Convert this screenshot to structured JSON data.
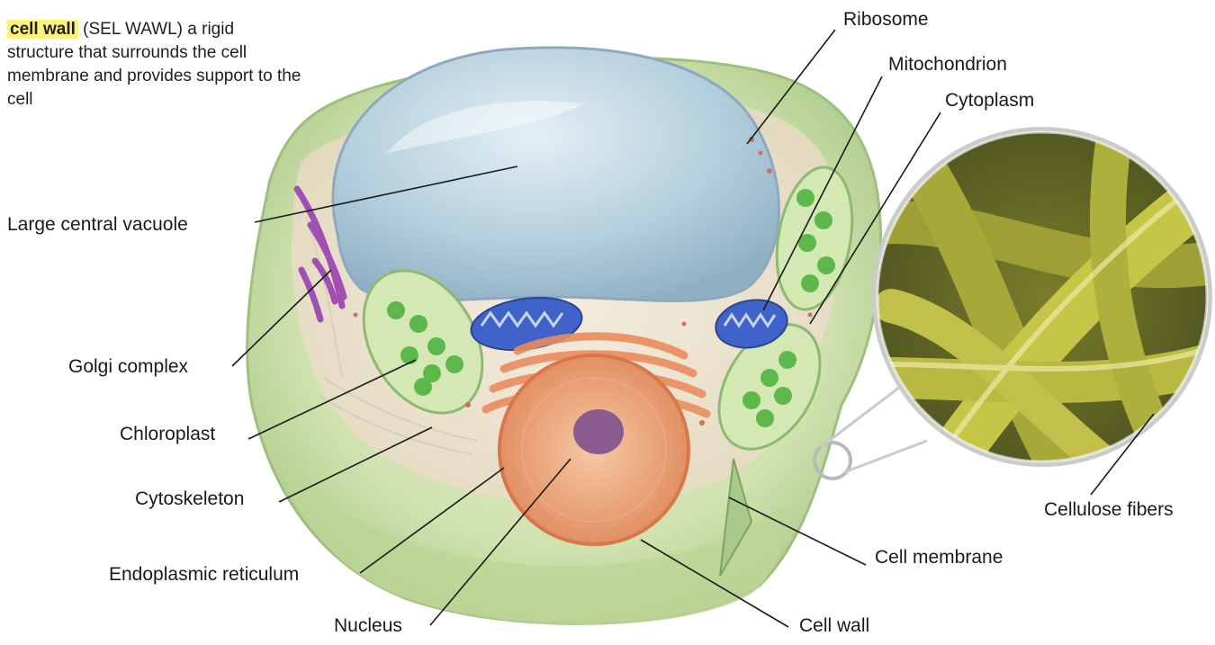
{
  "definition": {
    "term": "cell wall",
    "pronunciation": "(SEL WAWL)",
    "text": "a rigid structure that surrounds the cell membrane and provides support to the cell"
  },
  "labels": {
    "ribosome": "Ribosome",
    "mitochondrion": "Mitochondrion",
    "cytoplasm": "Cytoplasm",
    "large_central_vacuole": "Large central vacuole",
    "golgi_complex": "Golgi complex",
    "chloroplast": "Chloroplast",
    "cytoskeleton": "Cytoskeleton",
    "endoplasmic_reticulum": "Endoplasmic reticulum",
    "nucleus": "Nucleus",
    "cell_wall": "Cell wall",
    "cell_membrane": "Cell membrane",
    "cellulose_fibers": "Cellulose fibers"
  },
  "colors": {
    "cell_wall": "#c9dfa6",
    "vacuole": "#a9c7d8",
    "golgi": "#a24fb3",
    "chloroplast": "#5cb84a",
    "mitochondrion": "#3f63c9",
    "nucleus": "#e89a6d",
    "nucleolus": "#8a5b8f",
    "er": "#e98d5e",
    "fibers": "#b6b83a",
    "highlight": "#fff27a"
  }
}
